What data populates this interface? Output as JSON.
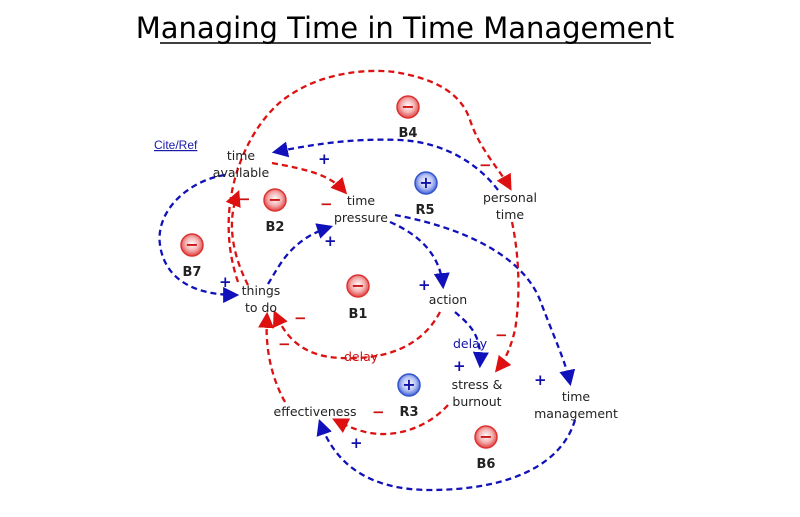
{
  "title": "Managing Time in Time Management",
  "cite_link": "Cite/Ref",
  "nodes": {
    "time_available": [
      "time",
      "available"
    ],
    "time_pressure": [
      "time",
      "pressure"
    ],
    "personal_time": [
      "personal",
      "time"
    ],
    "things_to_do": [
      "things",
      "to do"
    ],
    "action": "action",
    "stress_burnout": [
      "stress &",
      "burnout"
    ],
    "effectiveness": "effectiveness",
    "time_management": [
      "time",
      "management"
    ]
  },
  "loops": {
    "B1": {
      "label": "B1",
      "sign": "−"
    },
    "B2": {
      "label": "B2",
      "sign": "−"
    },
    "B4": {
      "label": "B4",
      "sign": "−"
    },
    "B6": {
      "label": "B6",
      "sign": "−"
    },
    "B7": {
      "label": "B7",
      "sign": "−"
    },
    "R3": {
      "label": "R3",
      "sign": "+"
    },
    "R5": {
      "label": "R5",
      "sign": "+"
    }
  },
  "delays": {
    "red": "delay",
    "blue": "delay"
  },
  "polarity": {
    "plus": "+",
    "minus": "−"
  },
  "colors": {
    "negative_link": "#dd1111",
    "positive_link": "#1111bb"
  }
}
